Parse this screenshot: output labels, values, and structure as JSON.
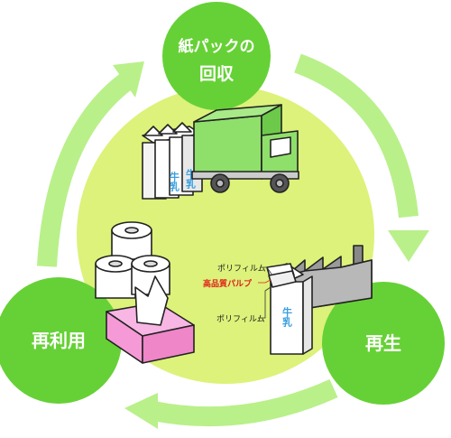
{
  "nodes": {
    "top": {
      "line1": "紙パックの",
      "line2": "回収"
    },
    "left": {
      "label": "再利用"
    },
    "right": {
      "label": "再生"
    }
  },
  "pulp_labels": {
    "outer_top": "ポリフィルム",
    "inner": "高品質パルプ",
    "outer_bottom": "ポリフィルム"
  },
  "carton_text": "牛乳",
  "colors": {
    "node_green": "#66d136",
    "arrow_green": "#b9f08a",
    "center_yellow": "#dcf27a",
    "truck_green": "#8fe06a",
    "tissue_pink": "#f59ad6",
    "pulp_red": "#e0201a"
  },
  "icons": [
    "milk-cartons-icon",
    "truck-icon",
    "toilet-paper-icon",
    "tissue-box-icon",
    "factory-icon",
    "carton-cross-section-icon"
  ]
}
